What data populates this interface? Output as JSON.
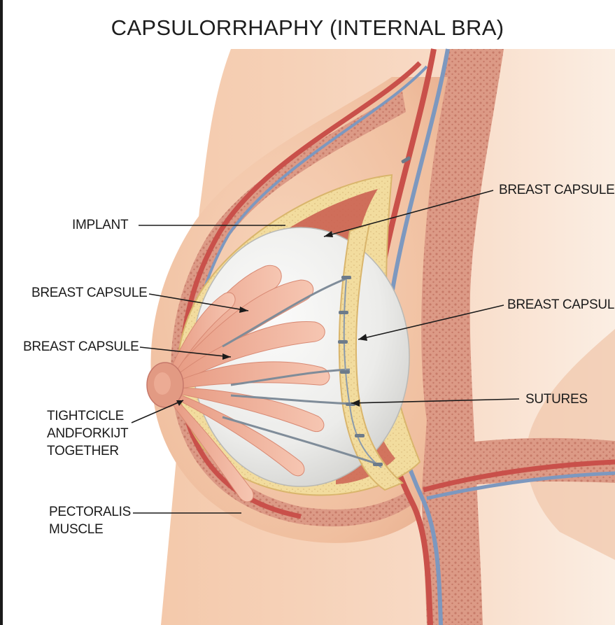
{
  "title": "CAPSULORRHAPHY (INTERNAL BRA)",
  "labels": {
    "implant": "IMPLANT",
    "breast_capsule_left_1": "BREAST CAPSULE",
    "breast_capsule_left_2": "BREAST CAPSULE",
    "tighten_line_1": "TIGHTCICLE",
    "tighten_line_2": "ANDFORKIJT",
    "tighten_line_3": "TOGETHER",
    "pectoralis_line_1": "PECTORALIS",
    "pectoralis_line_2": "MUSCLE",
    "breast_capsule_right_top": "BREAST CAPSULE",
    "breast_capsule_right_mid": "BREAST CAPSULE",
    "sutures": "SUTURES"
  },
  "colors": {
    "skin": "#f3c7a8",
    "dermis": "#dc9a86",
    "capsule": "#f2dc9e",
    "implant": "#ededeb",
    "gland": "#eeaa92",
    "artery": "#c9504a",
    "vein": "#7d98bf"
  }
}
